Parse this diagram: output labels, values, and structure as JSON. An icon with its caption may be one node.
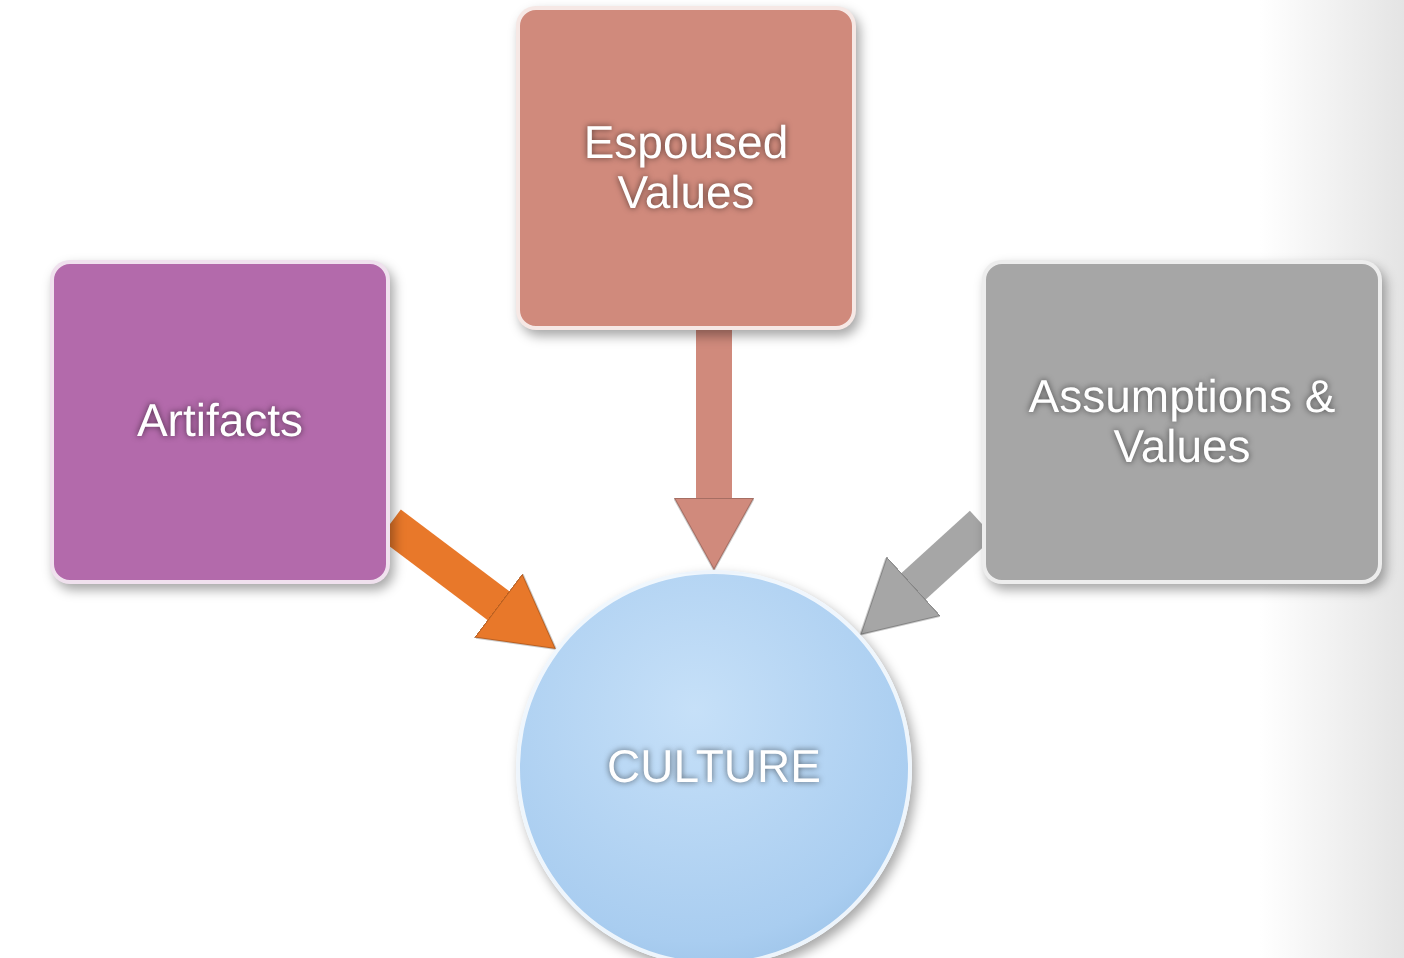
{
  "diagram": {
    "nodes": [
      {
        "text": [
          "Espoused Values"
        ]
      },
      {
        "text": [
          "Artifacts"
        ]
      },
      {
        "text": [
          "Assumptions & Values"
        ]
      },
      {
        "text": [
          "CULTURE"
        ]
      }
    ],
    "edges": [
      {
        "from": 1,
        "to": 3,
        "arrow": "to",
        "color": "#e8782a"
      },
      {
        "from": 0,
        "to": 3,
        "arrow": "to",
        "color": "#d08a7c"
      },
      {
        "from": 2,
        "to": 3,
        "arrow": "to",
        "color": "#a6a6a6"
      }
    ]
  }
}
